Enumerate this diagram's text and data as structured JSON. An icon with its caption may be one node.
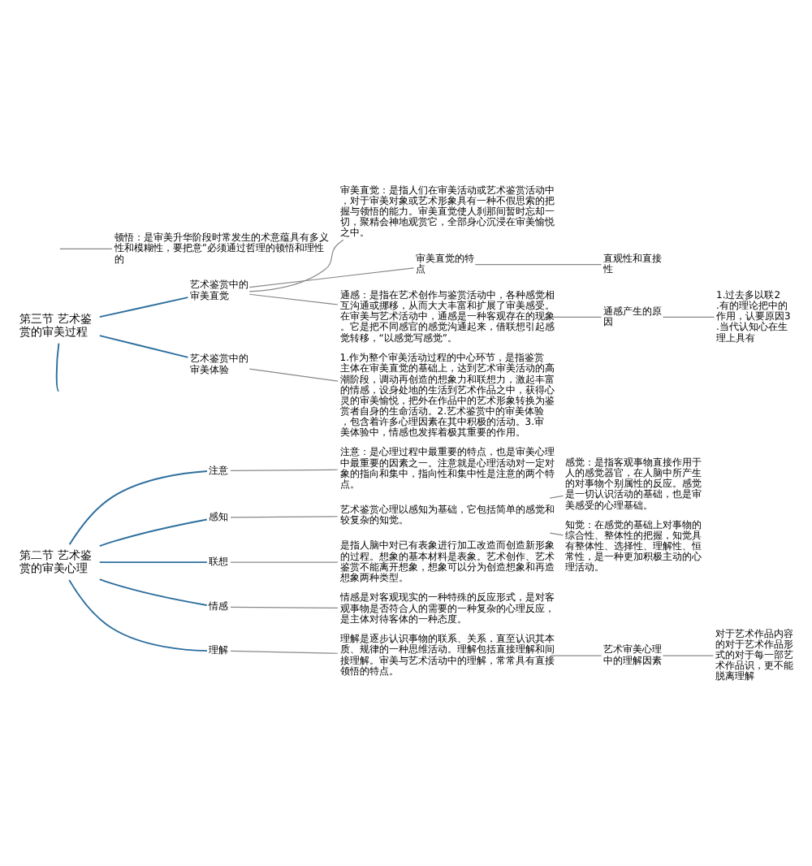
{
  "diagram": {
    "nodes": [
      {
        "text": [
          "第二节 艺术鉴赏的审美心理"
        ]
      },
      {
        "text": [
          "注意"
        ]
      },
      {
        "text": [
          "注意：是心理过程中最重要的特点，也是审美心理中最重要的因素之一。注意就是心理活动对一定对象的指向和集中，指向性和集中性是注意的两个特点。"
        ]
      },
      {
        "text": [
          "感知"
        ]
      },
      {
        "text": [
          "艺术鉴赏心理以感知为基础，它包括简单的感觉和较复杂的知觉。"
        ]
      },
      {
        "text": [
          "感觉：是指客观事物直接作用于人的感觉器官，在人脑中所产生的对事物个别属性的反应。感觉是一切认识活动的基础，也是审美感受的心理基础。"
        ]
      },
      {
        "text": [
          "知觉：在感觉的基础上对事物的综合性、整体性的把握，知觉具有整体性、选择性、理解性、恒常性，是一种更加积极主动的心理活动。"
        ]
      },
      {
        "text": [
          "联想"
        ]
      },
      {
        "text": [
          "是指人脑中对已有表象进行加工改造而创造新形象的过程。想象的基本材料是表象。艺术创作、艺术鉴赏不能离开想象，想象可以分为创造想象和再造想象两种类型。"
        ]
      },
      {
        "text": [
          "情感"
        ]
      },
      {
        "text": [
          "情感是对客观现实的一种特殊的反应形式，是对客观事物是否符合人的需要的一种复杂的心理反应，是主体对待客体的一种态度。"
        ]
      },
      {
        "text": [
          "理解"
        ]
      },
      {
        "text": [
          "理解是逐步认识事物的联系、关系，直至认识其本质、规律的一种思维活动。理解包括直接理解和间接理解。审美与艺术活动中的理解，常常具有直接领悟的特点。"
        ]
      },
      {
        "text": [
          "艺术审美心理中的理解因素"
        ]
      },
      {
        "text": [
          "对于艺术作品内容的对于艺术作品形式的对于每一部艺术作品识，更不能脱离理解"
        ]
      },
      {
        "text": [
          "第三节 艺术鉴赏的审美过程"
        ]
      },
      {
        "text": [
          "艺术鉴赏中的审美直觉"
        ]
      },
      {
        "text": [
          "审美直觉：是指人们在审美活动或艺术鉴赏活动中，对于审美对象或艺术形象具有一种不假思索的把握与领悟的能力。审美直觉使人刹那间暂时忘却一切，聚精会神地观赏它，全部身心沉浸在审美愉悦之中。"
        ]
      },
      {
        "text": [
          "审美直觉的特点"
        ]
      },
      {
        "text": [
          "直观性和直接性"
        ]
      },
      {
        "text": [
          "通感：是指在艺术创作与鉴赏活动中，各种感觉相互沟通或挪移，从而大大丰富和扩展了审美感受。在审美与艺术活动中，通感是一种客观存在的现象。它是把不同感官的感觉沟通起来，借联想引起感觉转移，“以感觉写感觉”。"
        ]
      },
      {
        "text": [
          "通感产生的原因"
        ]
      },
      {
        "text": [
          "1.过去多以联2.有的理论把中的作用，认要原因3.当代认知心在生理上具有"
        ]
      },
      {
        "text": [
          "艺术鉴赏中的审美体验"
        ]
      },
      {
        "text": [
          "1.作为整个审美活动过程的中心环节，是指鉴赏主体在审美直觉的基础上，达到艺术审美活动的高潮阶段，调动再创造的想象力和联想力，激起丰富的情感，设身处地的生活到艺术作品之中，获得心灵的审美愉悦，把外在作品中的艺术形象转换为鉴赏者自身的生命活动。2.艺术鉴赏中的审美体验，包含着许多心理因素在其中积极的活动。3.审美体验中，情感也发挥着极其重要的作用。"
        ]
      },
      {
        "text": [
          "顿悟：是审美升华阶段时常发生的术意蕴具有多义性和模糊性，要把意”必须通过哲理的顿悟和理性的"
        ]
      }
    ],
    "edges": [
      {
        "from": 0,
        "to": 1,
        "arrow": "none",
        "color": "#2e6f9e"
      },
      {
        "from": 1,
        "to": 2,
        "arrow": "none"
      },
      {
        "from": 0,
        "to": 3,
        "arrow": "none",
        "color": "#2e6f9e"
      },
      {
        "from": 3,
        "to": 4,
        "arrow": "none"
      },
      {
        "from": 4,
        "to": 5,
        "arrow": "none"
      },
      {
        "from": 4,
        "to": 6,
        "arrow": "none"
      },
      {
        "from": 0,
        "to": 7,
        "arrow": "none",
        "color": "#2e6f9e"
      },
      {
        "from": 7,
        "to": 8,
        "arrow": "none"
      },
      {
        "from": 0,
        "to": 9,
        "arrow": "none",
        "color": "#2e6f9e"
      },
      {
        "from": 9,
        "to": 10,
        "arrow": "none"
      },
      {
        "from": 0,
        "to": 11,
        "arrow": "none",
        "color": "#2e6f9e"
      },
      {
        "from": 11,
        "to": 12,
        "arrow": "none"
      },
      {
        "from": 12,
        "to": 13,
        "arrow": "none"
      },
      {
        "from": 13,
        "to": 14,
        "arrow": "none"
      },
      {
        "from": 15,
        "to": 16,
        "arrow": "none",
        "color": "#2e6f9e"
      },
      {
        "from": 16,
        "to": 17,
        "arrow": "none"
      },
      {
        "from": 16,
        "to": 18,
        "arrow": "none"
      },
      {
        "from": 18,
        "to": 19,
        "arrow": "none"
      },
      {
        "from": 16,
        "to": 20,
        "arrow": "none"
      },
      {
        "from": 20,
        "to": 21,
        "arrow": "none"
      },
      {
        "from": 21,
        "to": 22,
        "arrow": "none"
      },
      {
        "from": 15,
        "to": 23,
        "arrow": "none",
        "color": "#2e6f9e"
      },
      {
        "from": 23,
        "to": 24,
        "arrow": "none"
      },
      {
        "from": 15,
        "to": null,
        "arrow": "none",
        "color": "#2e6f9e"
      },
      {
        "from": null,
        "to": 25,
        "arrow": "none"
      }
    ]
  }
}
